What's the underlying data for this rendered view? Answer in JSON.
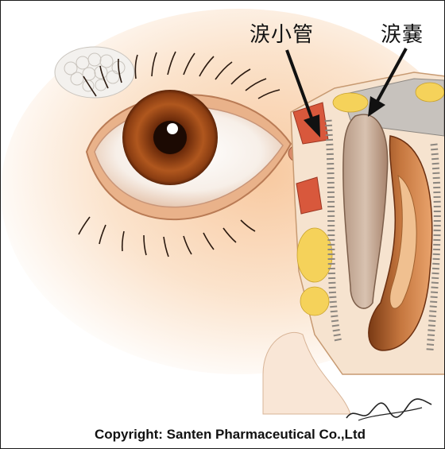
{
  "labels": {
    "canaliculus": "涙小管",
    "lacrimal_sac": "涙嚢"
  },
  "copyright": "Copyright: Santen Pharmaceutical Co.,Ltd",
  "signature": "S.Onishi",
  "colors": {
    "background_glow": "#fbe3c8",
    "iris": "#8a3d12",
    "skin": "#f3c89c",
    "tissue": "#c98a5a",
    "fat": "#f5d25a",
    "arrow": "#111111"
  }
}
